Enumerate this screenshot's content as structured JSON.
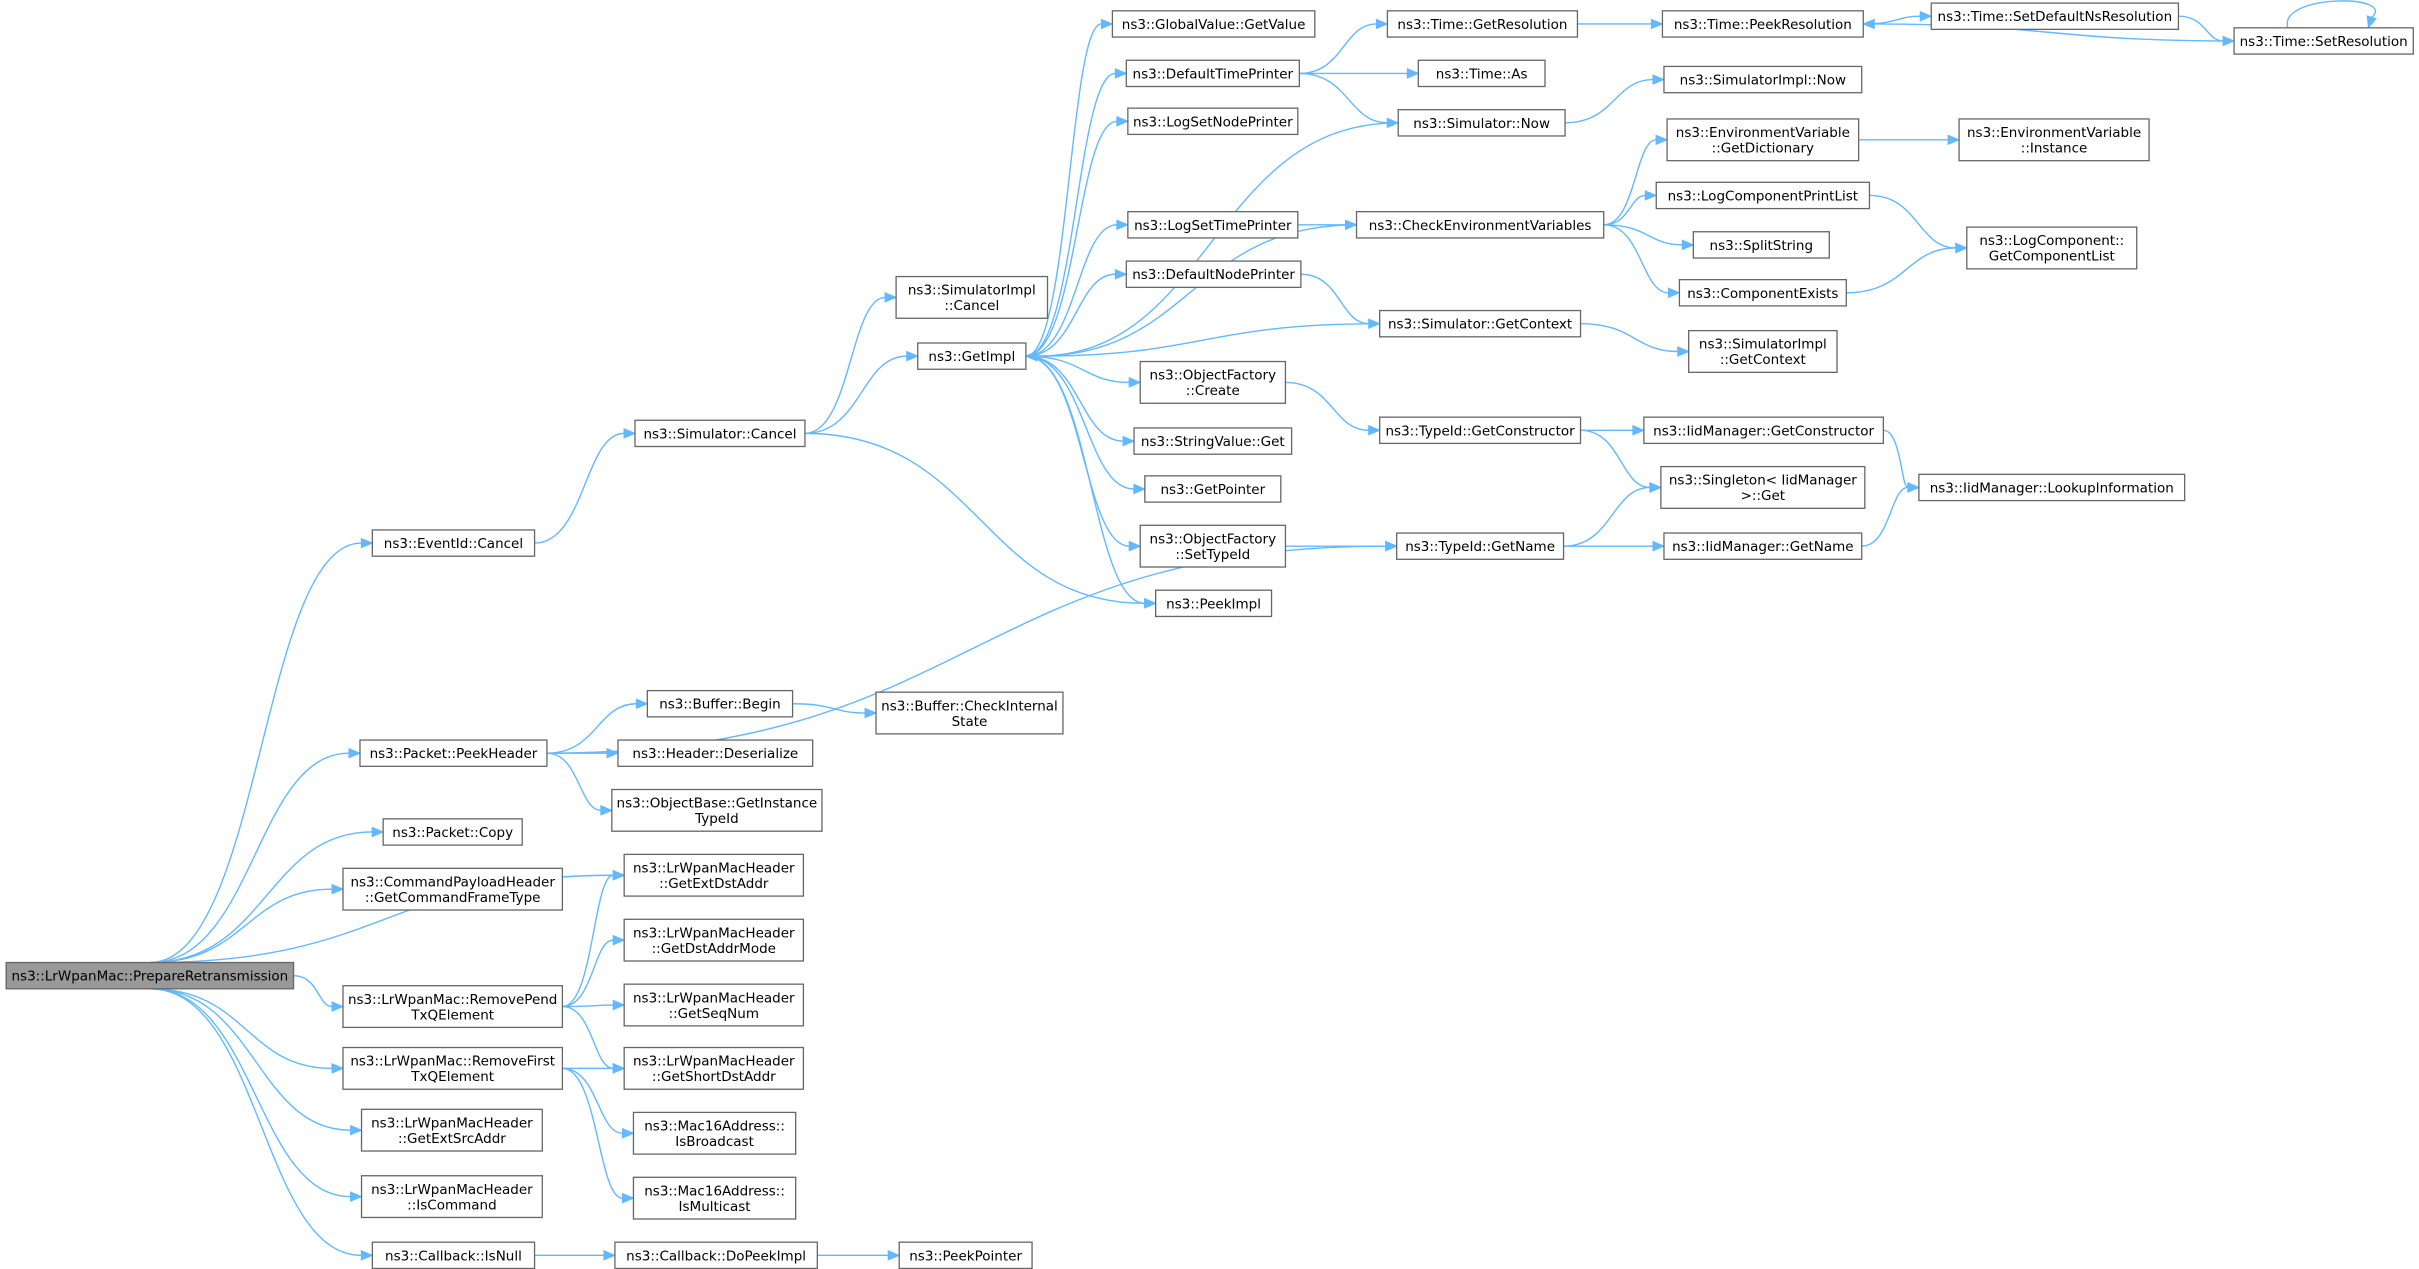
{
  "graph": {
    "nodes": {
      "root": [
        "ns3::LrWpanMac::PrepareRetransmission"
      ],
      "eventid_cancel": [
        "ns3::EventId::Cancel"
      ],
      "packet_peekheader": [
        "ns3::Packet::PeekHeader"
      ],
      "packet_copy": [
        "ns3::Packet::Copy"
      ],
      "cmdpayload_getcmdframetype": [
        "ns3::CommandPayloadHeader",
        "::GetCommandFrameType"
      ],
      "removepend": [
        "ns3::LrWpanMac::RemovePend",
        "TxQElement"
      ],
      "removefirst": [
        "ns3::LrWpanMac::RemoveFirst",
        "TxQElement"
      ],
      "getextsrcaddr": [
        "ns3::LrWpanMacHeader",
        "::GetExtSrcAddr"
      ],
      "iscommand": [
        "ns3::LrWpanMacHeader",
        "::IsCommand"
      ],
      "callback_isnull": [
        "ns3::Callback::IsNull"
      ],
      "simulator_cancel": [
        "ns3::Simulator::Cancel"
      ],
      "buffer_begin": [
        "ns3::Buffer::Begin"
      ],
      "header_deserialize": [
        "ns3::Header::Deserialize"
      ],
      "objectbase_getinstancetypeid": [
        "ns3::ObjectBase::GetInstance",
        "TypeId"
      ],
      "getextdstaddr": [
        "ns3::LrWpanMacHeader",
        "::GetExtDstAddr"
      ],
      "getdstaddrmode": [
        "ns3::LrWpanMacHeader",
        "::GetDstAddrMode"
      ],
      "getseqnum": [
        "ns3::LrWpanMacHeader",
        "::GetSeqNum"
      ],
      "getshortdstaddr": [
        "ns3::LrWpanMacHeader",
        "::GetShortDstAddr"
      ],
      "mac16_isbroadcast": [
        "ns3::Mac16Address::",
        "IsBroadcast"
      ],
      "mac16_ismulticast": [
        "ns3::Mac16Address::",
        "IsMulticast"
      ],
      "callback_dopeekimpl": [
        "ns3::Callback::DoPeekImpl"
      ],
      "simimpl_cancel": [
        "ns3::SimulatorImpl",
        "::Cancel"
      ],
      "getimpl": [
        "ns3::GetImpl"
      ],
      "buffer_checkinternalstate": [
        "ns3::Buffer::CheckInternal",
        "State"
      ],
      "peekpointer": [
        "ns3::PeekPointer"
      ],
      "globalvalue_getvalue": [
        "ns3::GlobalValue::GetValue"
      ],
      "defaulttimeprinter": [
        "ns3::DefaultTimePrinter"
      ],
      "logsetnodeprinter": [
        "ns3::LogSetNodePrinter"
      ],
      "logsettimeprinter": [
        "ns3::LogSetTimePrinter"
      ],
      "defaultnodeprinter": [
        "ns3::DefaultNodePrinter"
      ],
      "objectfactory_create": [
        "ns3::ObjectFactory",
        "::Create"
      ],
      "stringvalue_get": [
        "ns3::StringValue::Get"
      ],
      "getpointer": [
        "ns3::GetPointer"
      ],
      "objectfactory_settypeid": [
        "ns3::ObjectFactory",
        "::SetTypeId"
      ],
      "peekimpl": [
        "ns3::PeekImpl"
      ],
      "time_getresolution": [
        "ns3::Time::GetResolution"
      ],
      "time_as": [
        "ns3::Time::As"
      ],
      "simulator_now": [
        "ns3::Simulator::Now"
      ],
      "checkenvvars": [
        "ns3::CheckEnvironmentVariables"
      ],
      "simulator_getcontext": [
        "ns3::Simulator::GetContext"
      ],
      "typeid_getconstructor": [
        "ns3::TypeId::GetConstructor"
      ],
      "typeid_getname": [
        "ns3::TypeId::GetName"
      ],
      "time_peekresolution": [
        "ns3::Time::PeekResolution"
      ],
      "simimpl_now": [
        "ns3::SimulatorImpl::Now"
      ],
      "envvar_getdictionary": [
        "ns3::EnvironmentVariable",
        "::GetDictionary"
      ],
      "logcomponentprintlist": [
        "ns3::LogComponentPrintList"
      ],
      "splitstring": [
        "ns3::SplitString"
      ],
      "componentexists": [
        "ns3::ComponentExists"
      ],
      "simimpl_getcontext": [
        "ns3::SimulatorImpl",
        "::GetContext"
      ],
      "iidmanager_getconstructor": [
        "ns3::IidManager::GetConstructor"
      ],
      "singleton_get": [
        "ns3::Singleton< IidManager",
        " >::Get"
      ],
      "iidmanager_getname": [
        "ns3::IidManager::GetName"
      ],
      "time_setdefaultnsresolution": [
        "ns3::Time::SetDefaultNsResolution"
      ],
      "envvar_instance": [
        "ns3::EnvironmentVariable",
        "::Instance"
      ],
      "logcomponent_getcomponentlist": [
        "ns3::LogComponent::",
        "GetComponentList"
      ],
      "iidmanager_lookupinformation": [
        "ns3::IidManager::LookupInformation"
      ],
      "time_setresolution": [
        "ns3::Time::SetResolution"
      ]
    },
    "colors": {
      "edge": "#63b8ff",
      "node_border": "#666666",
      "root_fill": "#999999",
      "node_fill": "#ffffff"
    }
  }
}
